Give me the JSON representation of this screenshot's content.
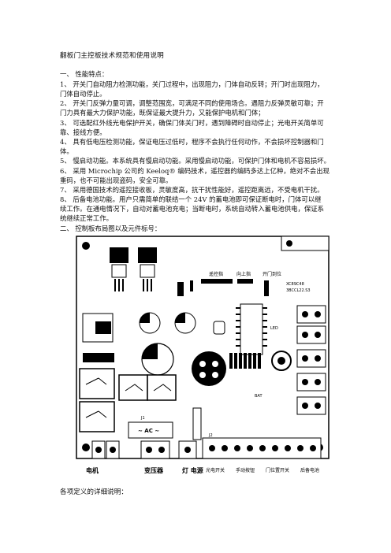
{
  "doc": {
    "title": "翻板门主控板技术规范和使用说明",
    "section1_heading": "一、  性能特点：",
    "items": [
      "1、  开关门自动阻力检测功能，关门过程中，出现阻力，门体自动反转；开门时出现阻力，",
      "门体自动停止。",
      "2、  开关门反弹力量可调，调整范围宽，可满足不同的使用场合。遇阻力反弹灵敏可靠；开",
      "门力具有最大力保护功能，既保证最大提升力，又能保护电机和门体；",
      "3、  可选配红外线光电保护开关，确保门体关门时，遇到障碍时自动停止；光电开关简单可",
      "靠、接线方便。",
      "4、  具有低电压检测功能，保证电压过低时，程序不会执行任何动作，不会损坏控制器和门",
      "体。",
      "5、  慢启动功能。本系统具有慢启动功能。采用慢启动功能，可保护门体和电机不容易损坏。",
      "6、  采用 Microchip 公司的 Keeloq®    编码技术，遥控器的编码多达上亿种，绝对不会出现",
      "重码，也不可能出现盗码，安全可靠。",
      "7、  采用德国技术的遥控接收板，灵敏度高，抗干扰性能好，遥控距离远，不受电机干扰。",
      "8、  后备电池功能。用户只需简单的联结一个 24V 的蓄电池即可保证断电时，门体可以继",
      "续工作。在通电情况下，自动对蓄电池充电；当断电时，系统自动转入蓄电池供电，保证系",
      "统继续正常工作。"
    ],
    "section2_heading": "二、  控制板布局图以及元件标号：",
    "caption": "各项定义的详细说明："
  },
  "board": {
    "labels": {
      "l_power": "遥控指",
      "l_up": "向上指",
      "l_down": "开门到位",
      "chip": "XC89C48",
      "chip2": "3BCCL22.S3",
      "ac": "~  AC  ~",
      "j1": "J1",
      "j2": "J2",
      "bottom_motor": "电机",
      "bottom_transformer": "变压器",
      "bottom_light": "灯  电源",
      "bottom_t1": "光电开关",
      "bottom_t2": "手动按钮",
      "bottom_t3": "门位置开关",
      "bottom_t4": "后备电池",
      "bat": "BAT",
      "led": "LED"
    }
  }
}
